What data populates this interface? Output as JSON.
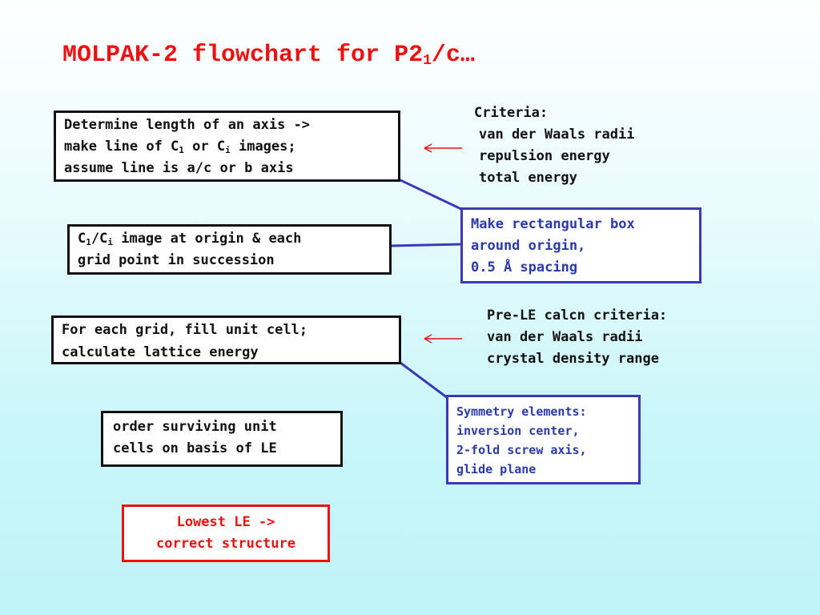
{
  "title": {
    "pre": "MOLPAK-2 flowchart for P2",
    "sub": "1",
    "post": "/c…"
  },
  "box1": {
    "line1": "Determine length of an axis ->",
    "line2_pre": "make line of C",
    "line2_sub1": "1",
    "line2_mid": " or C",
    "line2_sub2": "i",
    "line2_post": " images;",
    "line3": "assume line is a/c or b axis"
  },
  "criteria": {
    "heading": "Criteria:",
    "items": [
      "van der Waals radii",
      "repulsion energy",
      "total energy"
    ]
  },
  "box2": {
    "l1_c": "C",
    "l1_sub1": "1",
    "l1_slash": "/C",
    "l1_sub2": "i",
    "l1_post": " image at origin & each",
    "line2": "grid point in succession"
  },
  "blue_box1": {
    "lines": [
      "Make rectangular box",
      "around origin,",
      "0.5 Å spacing"
    ]
  },
  "box3": {
    "line1": "For each grid, fill unit cell;",
    "line2": "calculate lattice energy"
  },
  "pre_le": {
    "heading": "Pre-LE calcn criteria:",
    "items": [
      "van der Waals radii",
      "crystal density range"
    ]
  },
  "blue_box2": {
    "lines": [
      "Symmetry elements:",
      "inversion center,",
      "2-fold screw axis,",
      "glide plane"
    ]
  },
  "box4": {
    "lines": [
      "order surviving unit",
      "cells on basis of LE"
    ]
  },
  "red_box": {
    "lines": [
      "Lowest LE ->",
      "correct structure"
    ]
  },
  "colors": {
    "title_red": "#ee1111",
    "arrow_red": "#ee1111",
    "connector_blue": "#3a3ab8",
    "blue_text": "#2a3aa8",
    "black": "#111111"
  }
}
